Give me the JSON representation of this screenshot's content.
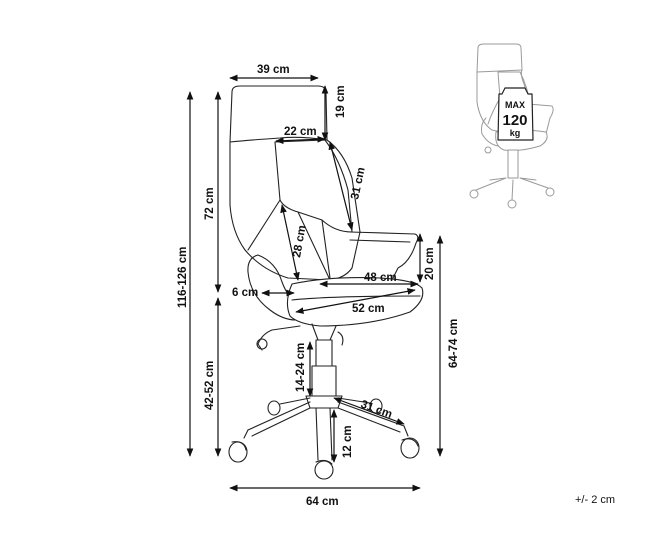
{
  "dimensions": {
    "headrest_width": "39 cm",
    "headrest_height": "19 cm",
    "backrest_width": "22 cm",
    "backrest_upper": "31 cm",
    "backrest_lower": "28 cm",
    "armrest_height": "20 cm",
    "seat_width": "48 cm",
    "armrest_width": "6 cm",
    "seat_depth": "52 cm",
    "gas_lift": "14-24 cm",
    "base_leg": "31 cm",
    "wheel_height": "12 cm",
    "base_width": "64 cm",
    "total_height": "116-126 cm",
    "backrest_height": "72 cm",
    "seat_height": "42-52 cm",
    "armrest_floor_height": "64-74 cm"
  },
  "badge": {
    "line1": "MAX",
    "line2": "120",
    "line3": "kg"
  },
  "tolerance": "+/- 2 cm"
}
